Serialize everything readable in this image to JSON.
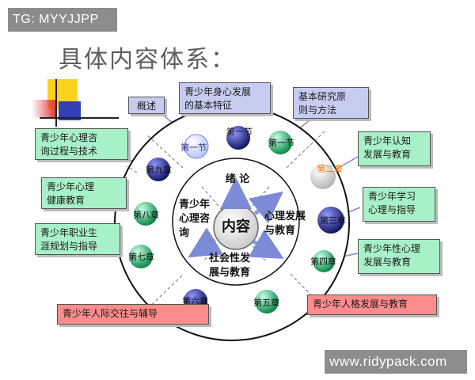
{
  "watermarks": {
    "tg": "TG: MYYJJPP",
    "url": "www.ridypack.com"
  },
  "title": "具体内容体系：",
  "center": {
    "core": "内容",
    "top": "绪 论",
    "left": "青少年\n心理咨\n询",
    "right": "心理发展\n与教育",
    "bottom": "社会性发\n展与教育"
  },
  "nodes": [
    {
      "id": "ch1",
      "label": "第一节",
      "color": "#e9f0ff"
    },
    {
      "id": "ch2top",
      "label": "第一节",
      "color": "#23248f"
    },
    {
      "id": "ch3top",
      "label": "第一节",
      "color": "#19a05a"
    },
    {
      "id": "ch2",
      "label": "第二章",
      "color": "#e8e8e8"
    },
    {
      "id": "ch3",
      "label": "第三章",
      "color": "#2a2fa0"
    },
    {
      "id": "ch4",
      "label": "第四章",
      "color": "#22b07a"
    },
    {
      "id": "ch5",
      "label": "第五章",
      "color": "#17a65a"
    },
    {
      "id": "ch6",
      "label": "第六章",
      "color": "#1e2590"
    },
    {
      "id": "ch7",
      "label": "第七章",
      "color": "#1fa86a"
    },
    {
      "id": "ch8",
      "label": "第八章",
      "color": "#25c07a"
    },
    {
      "id": "ch9",
      "label": "第九章",
      "color": "#1c2395"
    }
  ],
  "callouts": {
    "overview": "概述",
    "physical": "青少年身心发展\n的基本特征",
    "research": "基本研究原\n则与方法",
    "counseling_process": "青少年心理咨\n询过程与技术",
    "mental_health": "青少年心理\n健康教育",
    "career": "青少年职业生\n涯规划与指导",
    "interpersonal": "青少年人际交往与辅导",
    "cognition": "青少年认知\n发展与教育",
    "learning": "青少年学习\n心理与指导",
    "sex": "青少年性心理\n发展与教育",
    "personality": "青少年人格发展与教育"
  }
}
